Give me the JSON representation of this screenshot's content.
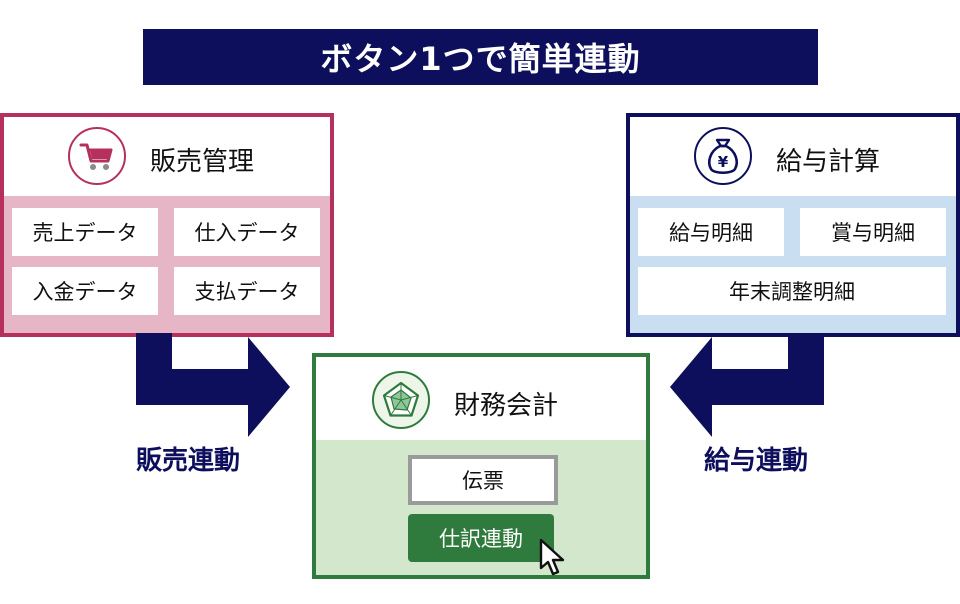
{
  "title": "ボタン1つで簡単連動",
  "sales_module": {
    "title": "販売管理",
    "icon": "shopping-cart-icon",
    "items": [
      "売上データ",
      "仕入データ",
      "入金データ",
      "支払データ"
    ]
  },
  "payroll_module": {
    "title": "給与計算",
    "icon": "money-bag-icon",
    "icon_symbol": "¥",
    "items": [
      "給与明細",
      "賞与明細",
      "年末調整明細"
    ]
  },
  "finance_module": {
    "title": "財務会計",
    "icon": "pentagon-chart-icon",
    "voucher_label": "伝票",
    "journal_button_label": "仕訳連動"
  },
  "flows": {
    "sales_link": "販売連動",
    "payroll_link": "給与連動"
  },
  "colors": {
    "navy": "#0d0f5c",
    "sales_accent": "#b5305c",
    "sales_body": "#e6b6c6",
    "payroll_body": "#c9def1",
    "finance_accent": "#2f7a3d",
    "finance_body": "#d3e7cc"
  }
}
